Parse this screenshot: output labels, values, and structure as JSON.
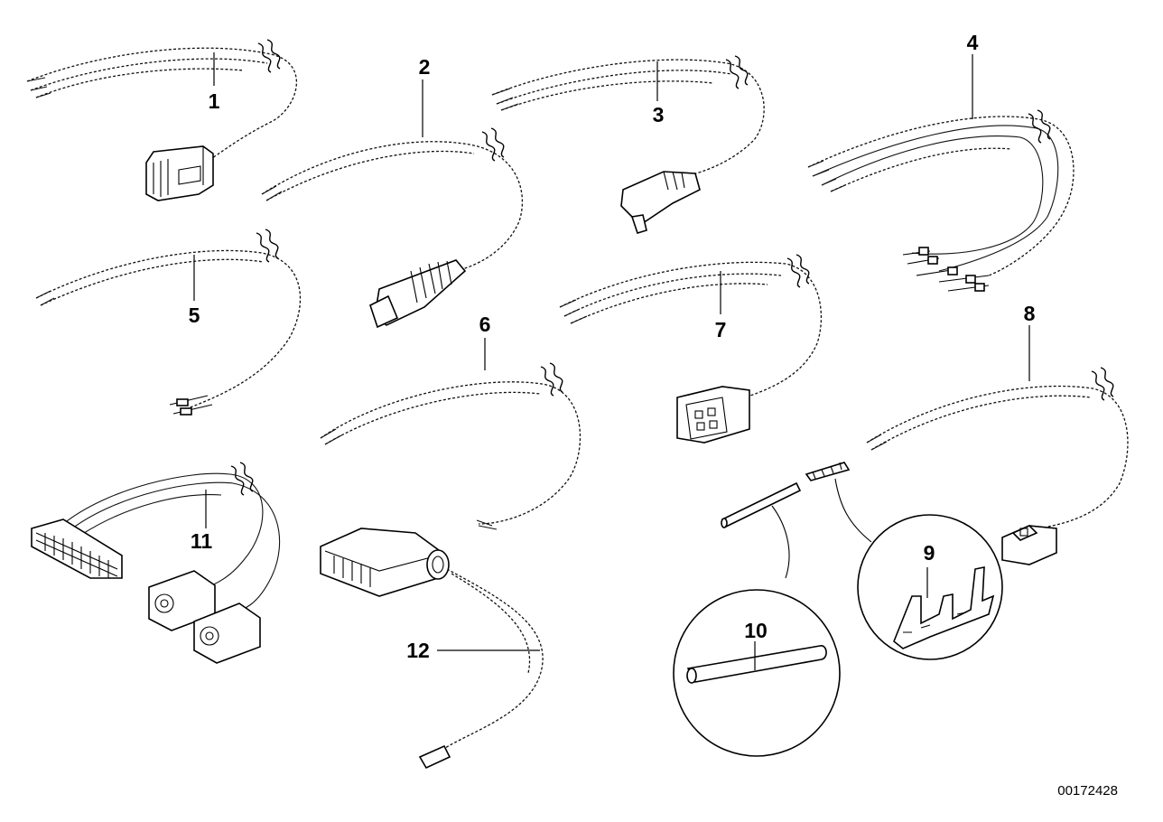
{
  "diagram": {
    "parts": [
      {
        "id": "p1",
        "label": "1"
      },
      {
        "id": "p2",
        "label": "2"
      },
      {
        "id": "p3",
        "label": "3"
      },
      {
        "id": "p4",
        "label": "4"
      },
      {
        "id": "p5",
        "label": "5"
      },
      {
        "id": "p6",
        "label": "6"
      },
      {
        "id": "p7",
        "label": "7"
      },
      {
        "id": "p8",
        "label": "8"
      },
      {
        "id": "p9",
        "label": "9"
      },
      {
        "id": "p10",
        "label": "10"
      },
      {
        "id": "p11",
        "label": "11"
      },
      {
        "id": "p12",
        "label": "12"
      }
    ],
    "document_number": "00172428"
  }
}
